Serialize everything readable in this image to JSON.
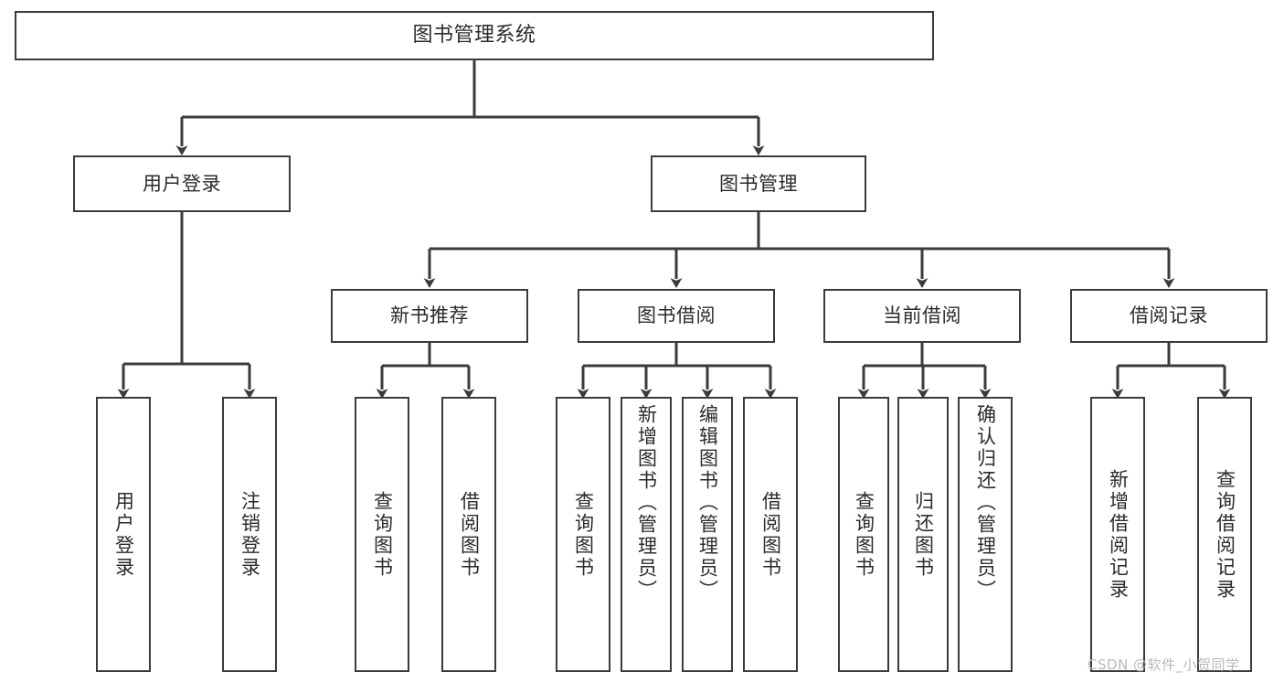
{
  "diagram": {
    "title": "图书管理系统",
    "watermark": "CSDN @软件_小贺同学",
    "stroke_color": "#3b3b3b",
    "text_color": "#2b2b2b",
    "background": "#ffffff",
    "root": {
      "label": "图书管理系统"
    },
    "level2": [
      {
        "label": "用户登录"
      },
      {
        "label": "图书管理"
      }
    ],
    "level3": [
      {
        "label": "新书推荐"
      },
      {
        "label": "图书借阅"
      },
      {
        "label": "当前借阅"
      },
      {
        "label": "借阅记录"
      }
    ],
    "leaves": {
      "user_login": [
        {
          "label": "用户登录"
        },
        {
          "label": "注销登录"
        }
      ],
      "new_book_recommend": [
        {
          "label": "查询图书"
        },
        {
          "label": "借阅图书"
        }
      ],
      "book_borrow": [
        {
          "label": "查询图书"
        },
        {
          "label": "新增图书（管理员）"
        },
        {
          "label": "编辑图书（管理员）"
        },
        {
          "label": "借阅图书"
        }
      ],
      "current_borrow": [
        {
          "label": "查询图书"
        },
        {
          "label": "归还图书"
        },
        {
          "label": "确认归还（管理员）"
        }
      ],
      "borrow_record": [
        {
          "label": "新增借阅记录"
        },
        {
          "label": "查询借阅记录"
        }
      ]
    }
  }
}
